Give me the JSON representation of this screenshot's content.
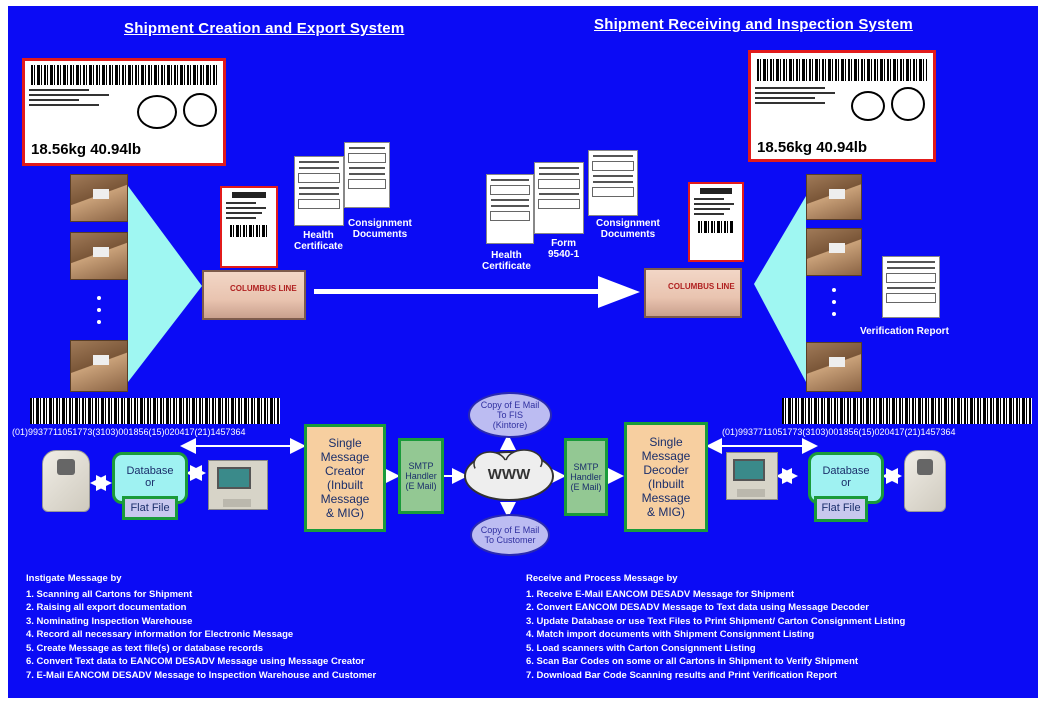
{
  "left_system_title": "Shipment Creation and Export System",
  "right_system_title": "Shipment Receiving and Inspection System",
  "left_label": {
    "weight": "18.56kg   40.94lb"
  },
  "right_label": {
    "weight": "18.56kg   40.94lb"
  },
  "left_docs": {
    "health": "Health\nCertificate",
    "consignment": "Consignment\nDocuments"
  },
  "right_docs": {
    "health": "Health\nCertificate",
    "form": "Form\n9540-1",
    "consignment": "Consignment\nDocuments"
  },
  "verification_report": "Verification Report",
  "container_brand": "COLUMBUS LINE",
  "left_barcode_text": "(01)9937711051773(3103)001856(15)020417(21)1457364",
  "right_barcode_text": "(01)9937711051773(3103)001856(15)020417(21)1457364",
  "flow": {
    "database_left": "Database\nor",
    "flatfile_left": "Flat File",
    "creator": "Single\nMessage\nCreator\n(Inbuilt\nMessage\n& MIG)",
    "smtp_left": "SMTP\nHandler\n(E Mail)",
    "www": "WWW",
    "smtp_right": "SMTP\nHandler\n(E Mail)",
    "decoder": "Single\nMessage\nDecoder\n(Inbuilt\nMessage\n& MIG)",
    "database_right": "Database\nor",
    "flatfile_right": "Flat File",
    "oval_top": "Copy of E Mail\nTo FIS\n(Kintore)",
    "oval_bottom": "Copy of E Mail\nTo Customer"
  },
  "left_steps": {
    "header": "Instigate Message by",
    "items": [
      "1. Scanning all Cartons for Shipment",
      "2. Raising all export documentation",
      "3. Nominating Inspection Warehouse",
      "4. Record all necessary information for Electronic Message",
      "5. Create Message as text file(s) or database records",
      "6. Convert Text data to EANCOM DESADV Message using Message Creator",
      "7. E-Mail EANCOM DESADV Message to Inspection Warehouse and Customer"
    ]
  },
  "right_steps": {
    "header": "Receive and Process  Message by",
    "items": [
      "1. Receive E-Mail EANCOM DESADV Message for Shipment",
      "2. Convert EANCOM DESADV Message  to Text data  using Message Decoder",
      "3. Update Database or use Text Files to Print Shipment/ Carton Consignment Listing",
      "4. Match import documents with Shipment Consignment Listing",
      "5. Load scanners with Carton Consignment Listing",
      "6. Scan Bar Codes on some or all Cartons in Shipment to Verify Shipment",
      "7. Download Bar Code Scanning results and Print Verification Report"
    ]
  },
  "colors": {
    "background": "#0b0bf5",
    "box_border": "#1a9b3a",
    "process_fill": "#f7cfa0",
    "database_fill": "#9ff2f2",
    "label_border": "#e21b1b"
  }
}
